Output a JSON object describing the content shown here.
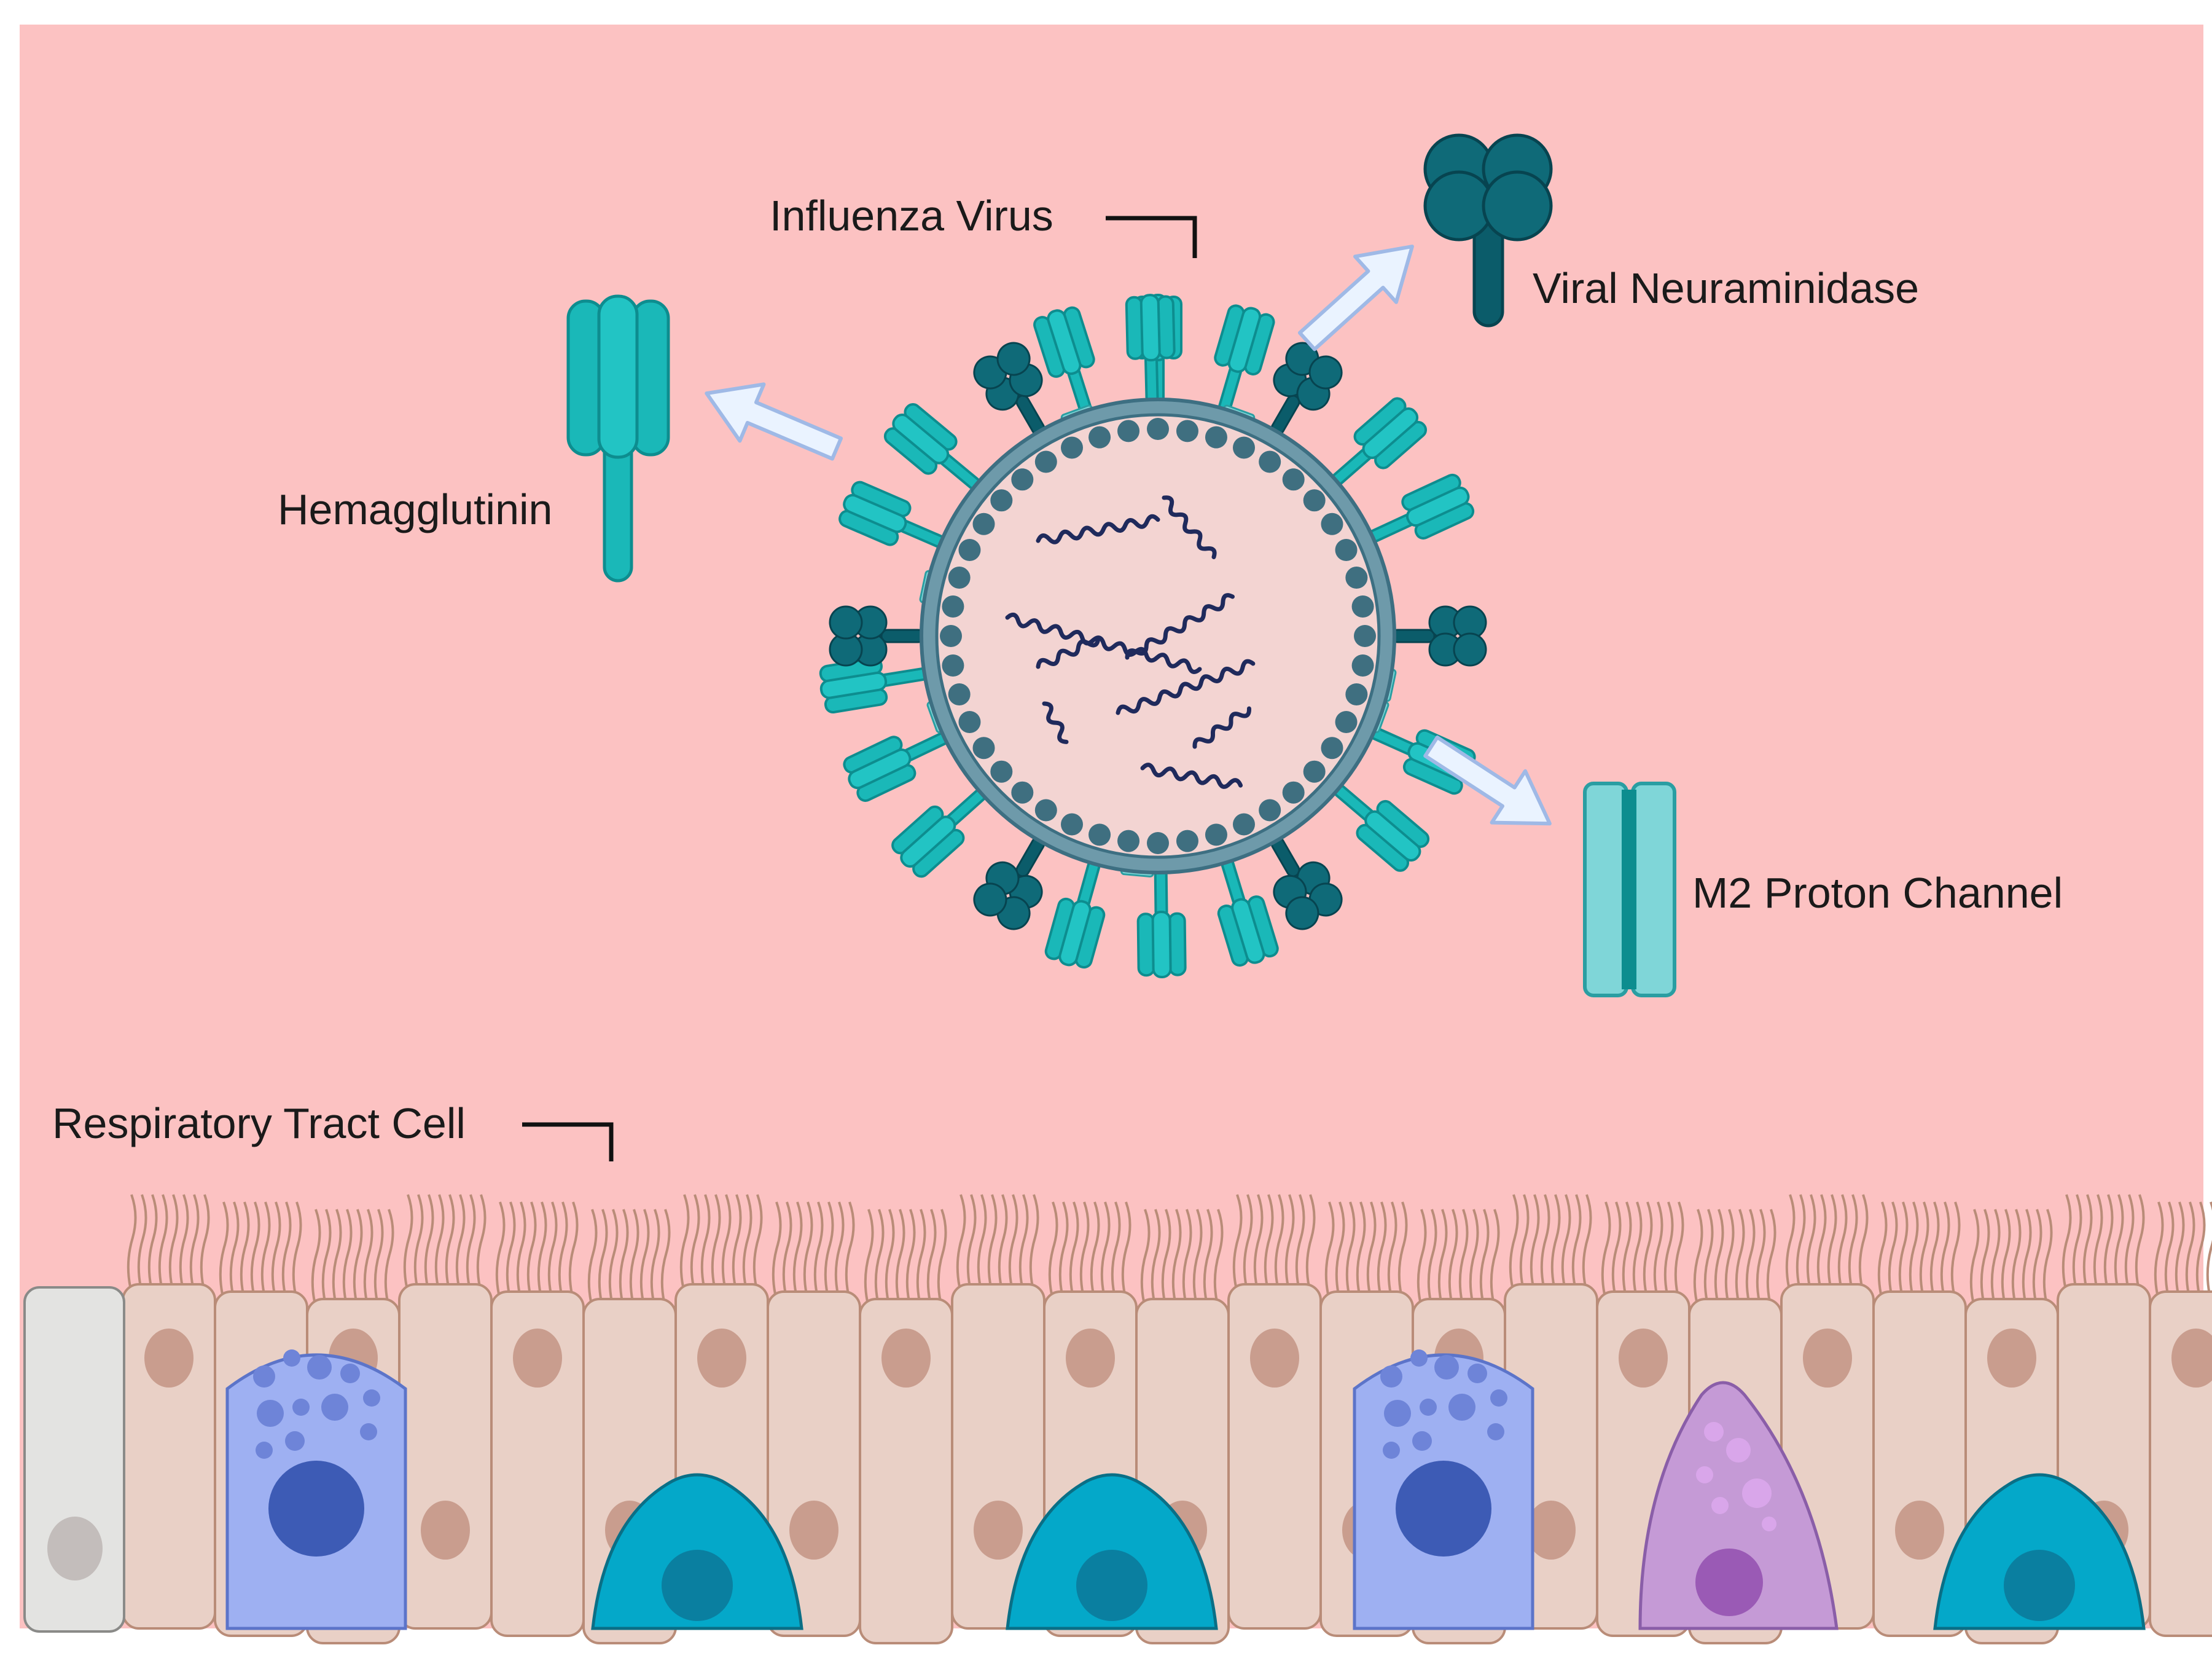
{
  "labels": {
    "virus": "Influenza Virus",
    "neuraminidase": "Viral Neuraminidase",
    "hemagglutinin": "Hemagglutinin",
    "m2": "M2 Proton Channel",
    "cell": "Respiratory Tract Cell"
  },
  "colors": {
    "background": "#fcc2c2",
    "hemagglutinin": "#1ab8b8",
    "neuraminidase": "#0b5c6a",
    "m2_channel": "#7fd6d8",
    "envelope": "#4a8095",
    "virus_interior": "#f3d4d2",
    "rna": "#1f2a5c",
    "epithelial_cell": "#e9d0c6",
    "cilia": "#b98c78",
    "goblet_cell": "#9eb0f2",
    "goblet_nucleus": "#3d5bb5",
    "basal_cell": "#04a8c9",
    "neuroendocrine_cell": "#c59ad6",
    "arrow": "#eaf3ff"
  },
  "icons": [
    "hemagglutinin-icon",
    "neuraminidase-icon",
    "m2-channel-icon",
    "arrow-icon"
  ]
}
